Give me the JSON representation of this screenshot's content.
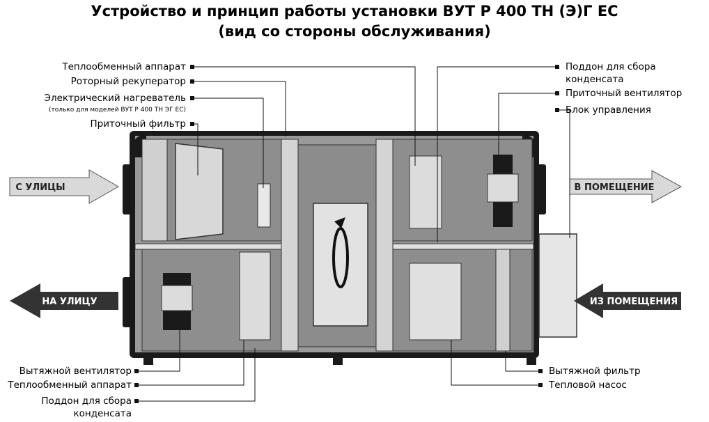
{
  "title": {
    "line1": "Устройство и принцип работы установки ВУТ Р 400 ТН (Э)Г ЕС",
    "line2": "(вид со стороны обслуживания)"
  },
  "arrows": {
    "from_street": "С УЛИЦЫ",
    "to_room": "В ПОМЕЩЕНИЕ",
    "to_street": "НА УЛИЦУ",
    "from_room": "ИЗ ПОМЕЩЕНИЯ"
  },
  "labels": {
    "heat_exchanger_top": "Теплообменный аппарат",
    "rotor_recuperator": "Роторный рекуператор",
    "electric_heater": "Электрический нагреватель",
    "electric_heater_note": "(только для моделей ВУТ Р 400 ТН ЭГ ЕС)",
    "supply_filter": "Приточный фильтр",
    "condensate_tray_top_1": "Поддон для сбора",
    "condensate_tray_top_2": "конденсата",
    "supply_fan": "Приточный вентилятор",
    "control_unit": "Блок управления",
    "exhaust_fan": "Вытяжной вентилятор",
    "heat_exchanger_bottom": "Теплообменный аппарат",
    "condensate_tray_bottom_1": "Поддон для сбора",
    "condensate_tray_bottom_2": "конденсата",
    "exhaust_filter": "Вытяжной фильтр",
    "heat_pump": "Тепловой насос"
  },
  "colors": {
    "casing": "#1a1a1a",
    "panel": "#8a8a8a",
    "panel_light": "#c8c8c8",
    "arrow_light": "#d9d9d9",
    "arrow_dark": "#333333"
  }
}
